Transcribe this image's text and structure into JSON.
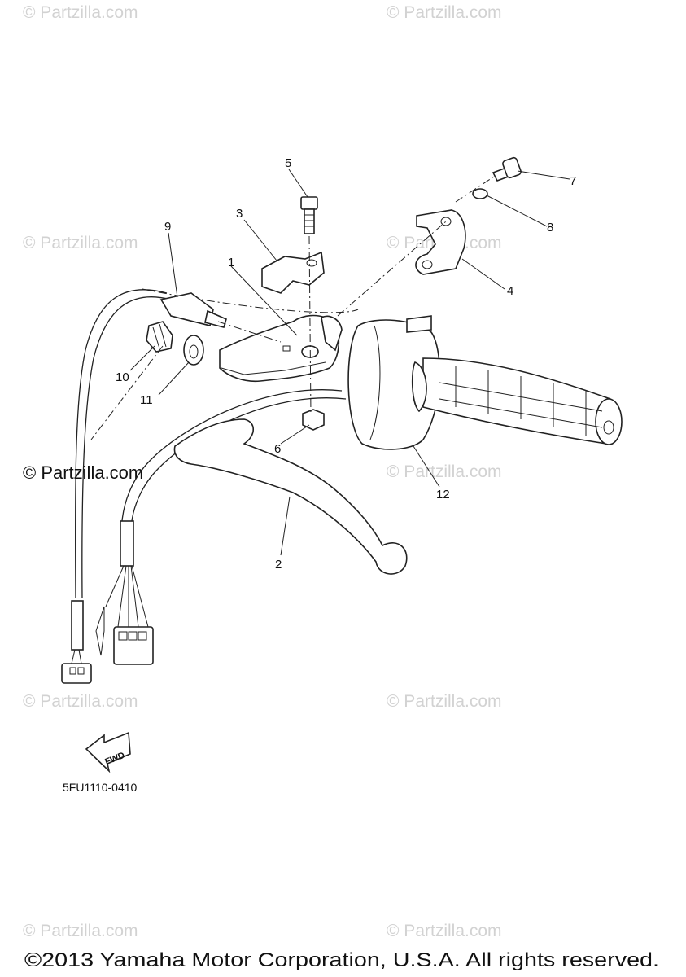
{
  "watermarks": [
    "© Partzilla.com",
    "© Partzilla.com",
    "© Partzilla.com",
    "© Partzilla.com",
    "© Partzilla.com",
    "© Partzilla.com",
    "© Partzilla.com",
    "© Partzilla.com",
    "© Partzilla.com",
    "© Partzilla.com"
  ],
  "watermark_prominent": "© Partzilla.com",
  "callouts": [
    "1",
    "2",
    "3",
    "4",
    "5",
    "6",
    "7",
    "8",
    "9",
    "10",
    "11",
    "12"
  ],
  "fwd_label": "FWD",
  "diagram_code": "5FU1110-0410",
  "copyright": "©2013 Yamaha Motor Corporation, U.S.A. All rights reserved."
}
